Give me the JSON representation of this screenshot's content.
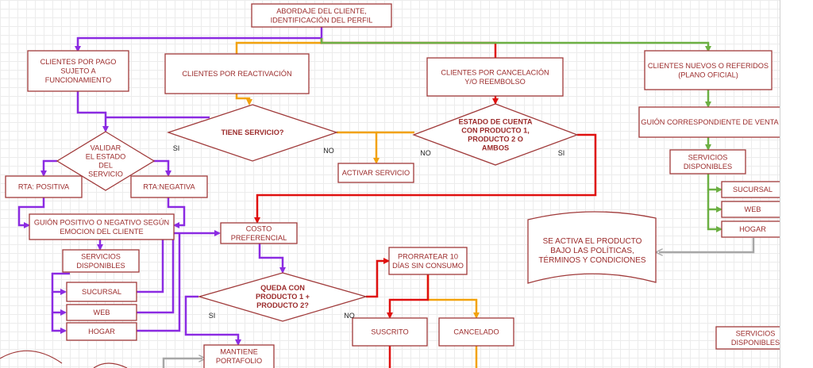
{
  "colors": {
    "purple": "#8b2be2",
    "orange": "#f2a20c",
    "red": "#e0100f",
    "green": "#6cb043",
    "grey": "#a7a7a7",
    "border": "#a03a3a",
    "text": "#9b2b2b"
  },
  "nodes": {
    "start": [
      "ABORDAJE DEL CLIENTE,",
      "IDENTIFICACIÓN DEL PERFIL"
    ],
    "pago": [
      "CLIENTES POR PAGO",
      "SUJETO A",
      "FUNCIONAMIENTO"
    ],
    "reactivacion": [
      "CLIENTES POR REACTIVACIÓN"
    ],
    "cancelacion": [
      "CLIENTES POR CANCELACIÓN",
      "Y/O REEMBOLSO"
    ],
    "nuevos": [
      "CLIENTES NUEVOS O REFERIDOS",
      "(PLANO OFICIAL)"
    ],
    "tiene_servicio": [
      "TIENE SERVICIO?"
    ],
    "estado_cuenta": [
      "ESTADO DE CUENTA",
      "CON PRODUCTO 1,",
      "PRODUCTO 2 O",
      "AMBOS"
    ],
    "guion_venta": [
      "GUIÓN CORRESPONDIENTE DE VENTA"
    ],
    "validar": [
      "VALIDAR",
      "EL ESTADO",
      "DEL",
      "SERVICIO"
    ],
    "activar": [
      "ACTIVAR SERVICIO"
    ],
    "servicios_right": [
      "SERVICIOS",
      "DISPONIBLES"
    ],
    "rta_positiva": [
      "RTA: POSITIVA"
    ],
    "rta_negativa": [
      "RTA:NEGATIVA"
    ],
    "sucursal_right": [
      "SUCURSAL"
    ],
    "web_right": [
      "WEB"
    ],
    "hogar_right": [
      "HOGAR"
    ],
    "guion_positivo": [
      "GUIÓN POSITIVO O NEGATIVO SEGÚN",
      "EMOCION DEL CLIENTE"
    ],
    "costo": [
      "COSTO",
      "PREFERENCIAL"
    ],
    "nota": [
      "SE ACTIVA EL PRODUCTO",
      "BAJO LAS POLÍTICAS,",
      "TÉRMINOS Y CONDICIONES"
    ],
    "servicios_left": [
      "SERVICIOS",
      "DISPONIBLES"
    ],
    "prorratear": [
      "PRORRATEAR 10",
      "DÍAS SIN CONSUMO"
    ],
    "queda_con": [
      "QUEDA CON",
      "PRODUCTO 1 +",
      "PRODUCTO 2?"
    ],
    "sucursal_left": [
      "SUCURSAL"
    ],
    "web_left": [
      "WEB"
    ],
    "hogar_left": [
      "HOGAR"
    ],
    "suscrito": [
      "SUSCRITO"
    ],
    "cancelado": [
      "CANCELADO"
    ],
    "mantiene": [
      "MANTIENE",
      "PORTAFOLIO"
    ],
    "servicios_bottom": [
      "SERVICIOS",
      "DISPONIBLES"
    ]
  },
  "edge_labels": {
    "si_tiene": "SI",
    "no_tiene": "NO",
    "no_estado": "NO",
    "si_estado": "SI",
    "si_queda": "SI",
    "no_queda": "NO"
  }
}
